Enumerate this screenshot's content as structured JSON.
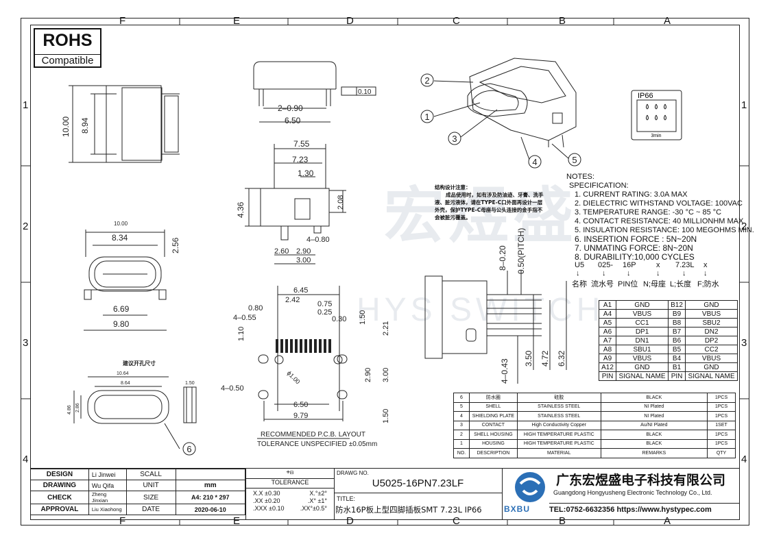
{
  "zones": {
    "columns": [
      "F",
      "E",
      "D",
      "C",
      "B",
      "A"
    ],
    "rows": [
      "1",
      "2",
      "3",
      "4"
    ]
  },
  "rohs": {
    "title": "ROHS",
    "subtitle": "Compatible"
  },
  "watermark": {
    "cn": "宏煜盛",
    "en": "HYS SWITCH"
  },
  "dims": {
    "side_h1": "10.00",
    "side_h2": "8.94",
    "top_flat": "0.10",
    "top_w1": "2–0.90",
    "top_w2": "6.50",
    "mid_w1": "7.55",
    "mid_w2": "7.23",
    "mid_w3": "1.30",
    "mid_h1": "4.36",
    "mid_h2": "2.08",
    "mid_w4": "4–0.80",
    "mid_w5": "2.60",
    "mid_w6": "2.90",
    "mid_w7": "3.00",
    "front_w1": "10.00",
    "front_w2": "8.34",
    "front_h": "2.56",
    "front_w3": "6.69",
    "front_w4": "9.80",
    "pcb_w1": "6.45",
    "pcb_w2": "2.42",
    "pcb_w3": "0.75",
    "pcb_w4": "0.25",
    "pcb_w5": "0.30",
    "pcb_h1": "1.50",
    "pcb_h2": "2.21",
    "pcb_w6": "0.80",
    "pcb_w7": "4–0.55",
    "pcb_h3": "1.10",
    "pcb_d": "ϕ1.00",
    "pcb_h4": "2.90",
    "pcb_h5": "3.00",
    "pcb_w8": "4–0.50",
    "pcb_w9": "6.50",
    "pcb_w10": "9.79",
    "pcb_h6": "1.50",
    "pcb_note1": "RECOMMENDED  P.C.B. LAYOUT",
    "pcb_note2": "TOLERANCE  UNSPECIFIED  ±0.05mm",
    "cut_title": "建议开孔尺寸",
    "cut_w1": "10.64",
    "cut_w2": "8.64",
    "cut_h1": "4.86",
    "cut_h2": "2.86",
    "cut_w3": "1.50",
    "rv_w1": "8–0.20",
    "rv_w2": "0.50(PITCH)",
    "rv_w3": "4–0.43",
    "rv_h1": "3.50",
    "rv_h2": "4.72",
    "rv_h3": "6.32"
  },
  "balloons": [
    "1",
    "2",
    "3",
    "4",
    "5",
    "6"
  ],
  "ip66": {
    "label": "IP66",
    "sub": "3min"
  },
  "cn_note": {
    "title": "结构设计注意：",
    "body": "成品使用时，如有涉及防油迹、牙膏、洗手液、脏污液体，请在TYPE-C口外面再设计一层外壳，保护TYPE-C母座与公头连接的金手指不会被脏污覆盖。"
  },
  "notes": {
    "title": "NOTES:",
    "spec": "SPECIFICATION:",
    "items": [
      "1. CURRENT RATING: 3.0A MAX",
      "2. DIELECTRIC WITHSTAND VOLTAGE: 100VAC",
      "3. TEMPERATURE RANGE: -30 °C ~ 85 °C",
      "4. CONTACT RESISTANCE: 40 MILLIONHM MAX",
      "5. INSULATION RESISTANCE: 100 MEGOHMS MIN.",
      "6.  INSERTION  FORCE  :  5N~20N",
      "7.  UNMATING  FORCE:  8N~20N",
      "8.  DURABILITY:10,000  CYCLES"
    ],
    "code": [
      "U5",
      "025-",
      "16P",
      "x",
      "7.23L",
      "x"
    ],
    "code_cn": [
      "名称",
      "流水号",
      "PIN位",
      "N;母座",
      "L;长度",
      "F;防水"
    ]
  },
  "pin_table": {
    "rows": [
      [
        "A1",
        "GND",
        "B12",
        "GND"
      ],
      [
        "A4",
        "VBUS",
        "B9",
        "VBUS"
      ],
      [
        "A5",
        "CC1",
        "B8",
        "SBU2"
      ],
      [
        "A6",
        "DP1",
        "B7",
        "DN2"
      ],
      [
        "A7",
        "DN1",
        "B6",
        "DP2"
      ],
      [
        "A8",
        "SBU1",
        "B5",
        "CC2"
      ],
      [
        "A9",
        "VBUS",
        "B4",
        "VBUS"
      ],
      [
        "A12",
        "GND",
        "B1",
        "GND"
      ]
    ],
    "header": [
      "PIN",
      "SIGNAL NAME",
      "PIN",
      "SIGNAL NAME"
    ]
  },
  "bom": {
    "rows": [
      [
        "6",
        "防水圈",
        "硅胶",
        "BLACK",
        "1PCS"
      ],
      [
        "5",
        "SHELL",
        "STAINLESS  STEEL",
        "NI   Plated",
        "1PCS"
      ],
      [
        "4",
        "SHIELDING PLATE",
        "STAINLESS  STEEL",
        "NI   Plated",
        "1PCS"
      ],
      [
        "3",
        "CONTACT",
        "High Conductivity Copper",
        "Au/NI Plated",
        "1SET"
      ],
      [
        "2",
        "SHELL HOUSING",
        "HIGH TEMPERATURE PLASTIC",
        "BLACK",
        "1PCS"
      ],
      [
        "1",
        "HOUSING",
        "HIGH TEMPERATURE PLASTIC",
        "BLACK",
        "1PCS"
      ]
    ],
    "header": [
      "NO.",
      "DESCRIPTION",
      "MATERIAL",
      "REMARKS",
      "QTY"
    ]
  },
  "title_block": {
    "design_l": "DESIGN",
    "design_v": "Li Jinwei",
    "scall_l": "SCALL",
    "scall_v": "",
    "drawing_l": "DRAWING",
    "drawing_v": "Wu Qifa",
    "unit_l": "UNIT",
    "unit_v": "mm",
    "check_l": "CHECK",
    "check_v": "Zheng Jinxian",
    "size_l": "SIZE",
    "size_v": "A4: 210 * 297",
    "approval_l": "APPROVAL",
    "approval_v": "Liu Xiaohong",
    "date_l": "DATE",
    "date_v": "2020-06-10",
    "tol_title": "TOLERANCE",
    "tol": [
      [
        "X.X  ±0.30",
        "X.°±2°"
      ],
      [
        ".XX  ±0.20",
        ".X° ±1°"
      ],
      [
        ".XXX  ±0.10",
        ".XX°±0.5°"
      ]
    ],
    "drawg_no_l": "DRAWG NO.",
    "drawg_no": "U5025-16PN7.23LF",
    "title_l": "TITLE:",
    "title": "防水16P板上型四脚插板SMT 7.23L IP66",
    "company_cn": "广东宏煜盛电子科技有限公司",
    "company_en": "Guangdong Hongyusheng Electronic Technology Co., Ltd.",
    "contact": "TEL:0752-6632356  https://www.hystypec.com",
    "logo_text": "BXBU"
  }
}
